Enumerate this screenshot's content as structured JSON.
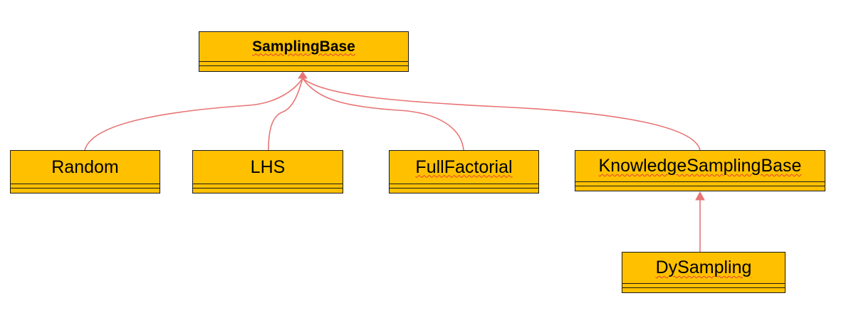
{
  "diagram": {
    "line_color": "#e87474",
    "box_fill": "#ffc000",
    "box_border": "#1a1a1a",
    "classes": {
      "sampling_base": "SamplingBase",
      "random": "Random",
      "lhs": "LHS",
      "full_factorial": "FullFactorial",
      "knowledge_sampling_base": "KnowledgeSamplingBase",
      "dy_sampling": "DySampling"
    },
    "relations": [
      {
        "child": "Random",
        "parent": "SamplingBase"
      },
      {
        "child": "LHS",
        "parent": "SamplingBase"
      },
      {
        "child": "FullFactorial",
        "parent": "SamplingBase"
      },
      {
        "child": "KnowledgeSamplingBase",
        "parent": "SamplingBase"
      },
      {
        "child": "DySampling",
        "parent": "KnowledgeSamplingBase"
      }
    ]
  }
}
